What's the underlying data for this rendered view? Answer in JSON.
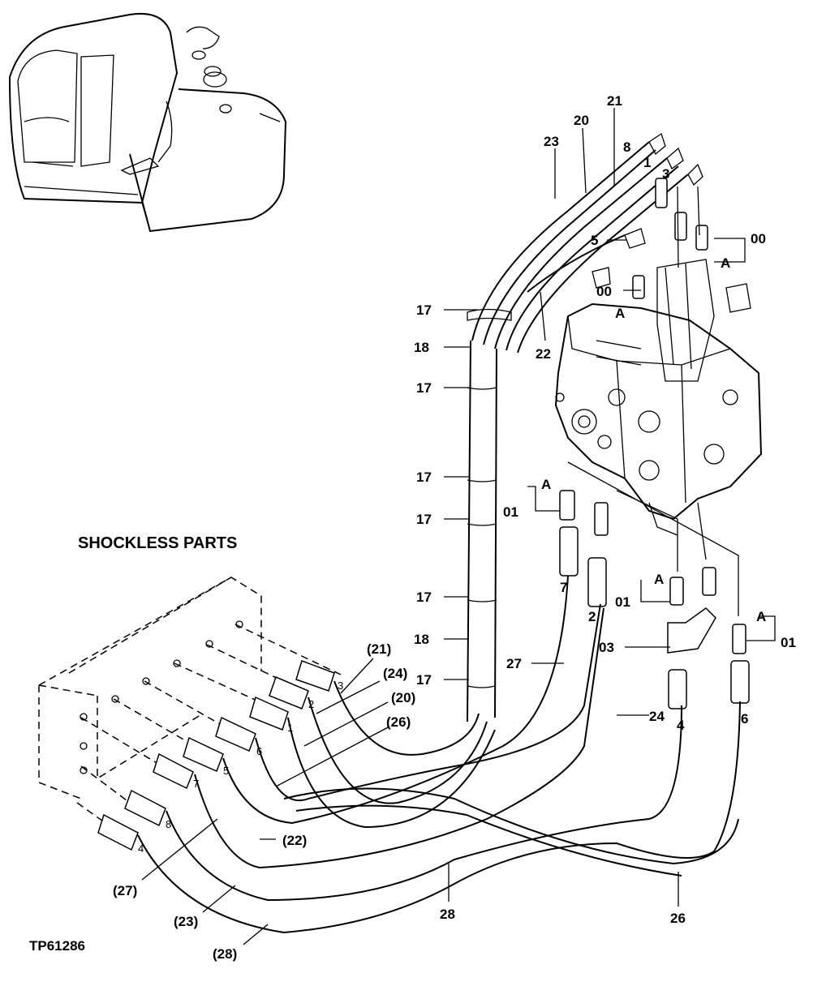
{
  "title": "SHOCKLESS PARTS",
  "figure_id": "TP61286",
  "callouts": {
    "c23": "23",
    "c20": "20",
    "c21": "21",
    "c8": "8",
    "c1": "1",
    "c3": "3",
    "c00a": "00",
    "cAa": "A",
    "c5": "5",
    "c00b": "00",
    "cAb": "A",
    "c22": "22",
    "c17a": "17",
    "c18a": "18",
    "c17b": "17",
    "c17c": "17",
    "c17d": "17",
    "c17e": "17",
    "c18b": "18",
    "c17f": "17",
    "cAc": "A",
    "c01a": "01",
    "c7": "7",
    "c2": "2",
    "c27": "27",
    "cAd": "A",
    "c01b": "01",
    "c03": "03",
    "cAe": "A",
    "c01c": "01",
    "c24": "24",
    "c4": "4",
    "c6": "6",
    "p21": "(21)",
    "p24": "(24)",
    "p20": "(20)",
    "p26": "(26)",
    "p22": "(22)",
    "p27": "(27)",
    "p23": "(23)",
    "p28": "(28)",
    "c28": "28",
    "c26": "26"
  },
  "port_numbers": [
    "3",
    "2",
    "1",
    "6",
    "5",
    "7",
    "8",
    "4"
  ]
}
